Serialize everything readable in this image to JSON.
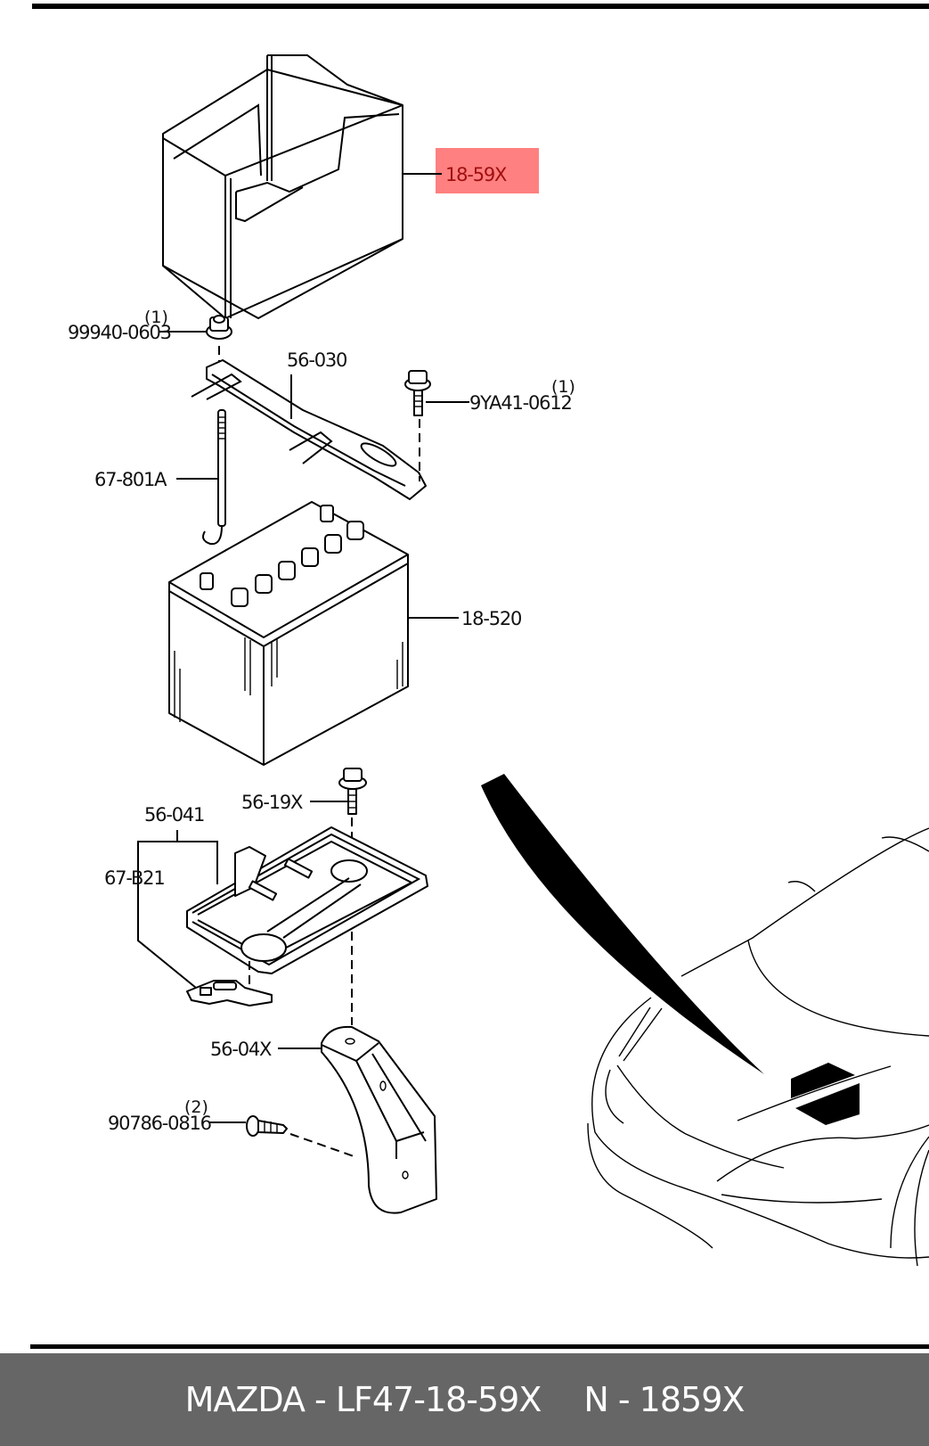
{
  "diagram": {
    "title": "Battery tray assembly exploded view",
    "highlight_color": "#ff8080",
    "highlight_text_color": "#a01010",
    "parts": [
      {
        "id": "battery-cover",
        "label": "18-59X",
        "highlighted": true
      },
      {
        "id": "nut",
        "label": "99940-0603",
        "qty": "(1)"
      },
      {
        "id": "battery-clamp",
        "label": "56-030"
      },
      {
        "id": "clamp-bolt",
        "label": "9YA41-0612",
        "qty": "(1)"
      },
      {
        "id": "hook-rod",
        "label": "67-801A"
      },
      {
        "id": "battery",
        "label": "18-520"
      },
      {
        "id": "tray-bolt",
        "label": "56-19X"
      },
      {
        "id": "battery-tray",
        "label": "56-041"
      },
      {
        "id": "tray-bracket",
        "label": "67-B21"
      },
      {
        "id": "support-bracket",
        "label": "56-04X"
      },
      {
        "id": "bracket-screw",
        "label": "90786-0816",
        "qty": "(2)"
      }
    ]
  },
  "footer": {
    "brand_part": "MAZDA - LF47-18-59X",
    "alt_number": "N - 1859X",
    "background": "#666666"
  }
}
